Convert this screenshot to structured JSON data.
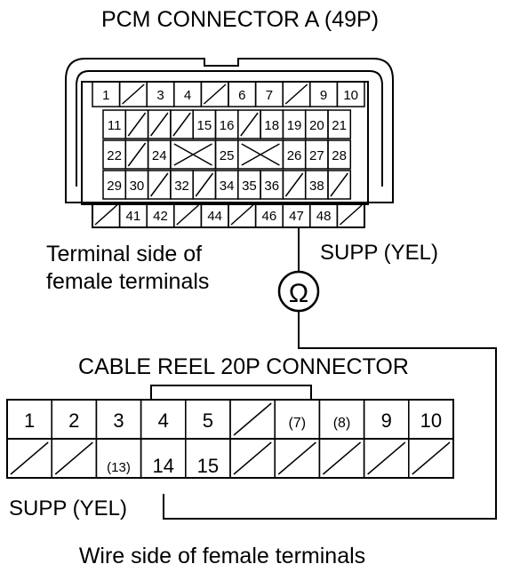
{
  "pcm": {
    "title": "PCM CONNECTOR A (49P)",
    "terminals": [
      {
        "row": 0,
        "col": 0,
        "label": "1"
      },
      {
        "row": 0,
        "col": 1,
        "label": ""
      },
      {
        "row": 0,
        "col": 2,
        "label": "3"
      },
      {
        "row": 0,
        "col": 3,
        "label": "4"
      },
      {
        "row": 0,
        "col": 4,
        "label": ""
      },
      {
        "row": 0,
        "col": 5,
        "label": "6"
      },
      {
        "row": 0,
        "col": 6,
        "label": "7"
      },
      {
        "row": 0,
        "col": 7,
        "label": ""
      },
      {
        "row": 0,
        "col": 8,
        "label": "9"
      },
      {
        "row": 0,
        "col": 9,
        "label": "10"
      },
      {
        "row": 1,
        "col": 0,
        "label": "11"
      },
      {
        "row": 1,
        "col": 1,
        "label": ""
      },
      {
        "row": 1,
        "col": 2,
        "label": ""
      },
      {
        "row": 1,
        "col": 3,
        "label": ""
      },
      {
        "row": 1,
        "col": 4,
        "label": "15"
      },
      {
        "row": 1,
        "col": 5,
        "label": "16"
      },
      {
        "row": 1,
        "col": 6,
        "label": ""
      },
      {
        "row": 1,
        "col": 7,
        "label": "18"
      },
      {
        "row": 1,
        "col": 8,
        "label": "19"
      },
      {
        "row": 1,
        "col": 9,
        "label": "20"
      },
      {
        "row": 1,
        "col": 10,
        "label": "21"
      },
      {
        "row": 2,
        "col": 0,
        "label": "22"
      },
      {
        "row": 2,
        "col": 1,
        "label": ""
      },
      {
        "row": 2,
        "col": 2,
        "label": "24"
      },
      {
        "row": 2,
        "col": 5,
        "label": "25"
      },
      {
        "row": 2,
        "col": 8,
        "label": "26"
      },
      {
        "row": 2,
        "col": 9,
        "label": "27"
      },
      {
        "row": 2,
        "col": 10,
        "label": "28"
      },
      {
        "row": 3,
        "col": 0,
        "label": "29"
      },
      {
        "row": 3,
        "col": 1,
        "label": "30"
      },
      {
        "row": 3,
        "col": 2,
        "label": ""
      },
      {
        "row": 3,
        "col": 3,
        "label": "32"
      },
      {
        "row": 3,
        "col": 4,
        "label": ""
      },
      {
        "row": 3,
        "col": 5,
        "label": "34"
      },
      {
        "row": 3,
        "col": 6,
        "label": "35"
      },
      {
        "row": 3,
        "col": 7,
        "label": "36"
      },
      {
        "row": 3,
        "col": 8,
        "label": ""
      },
      {
        "row": 3,
        "col": 9,
        "label": "38"
      },
      {
        "row": 3,
        "col": 10,
        "label": ""
      },
      {
        "row": 4,
        "col": 0,
        "label": ""
      },
      {
        "row": 4,
        "col": 1,
        "label": "41"
      },
      {
        "row": 4,
        "col": 2,
        "label": "42"
      },
      {
        "row": 4,
        "col": 3,
        "label": ""
      },
      {
        "row": 4,
        "col": 4,
        "label": "44"
      },
      {
        "row": 4,
        "col": 5,
        "label": ""
      },
      {
        "row": 4,
        "col": 6,
        "label": "46"
      },
      {
        "row": 4,
        "col": 7,
        "label": "47"
      },
      {
        "row": 4,
        "col": 8,
        "label": "48"
      },
      {
        "row": 4,
        "col": 9,
        "label": ""
      }
    ]
  },
  "terminal_side_label_1": "Terminal side of",
  "terminal_side_label_2": "female terminals",
  "supp_top_label": "SUPP (YEL)",
  "ohm_symbol": "Ω",
  "cable_reel": {
    "title": "CABLE REEL 20P CONNECTOR",
    "top_row": [
      "1",
      "2",
      "3",
      "4",
      "5",
      "",
      "(7)",
      "(8)",
      "9",
      "10"
    ],
    "bottom_row": [
      "",
      "",
      "(13)",
      "14",
      "15",
      "",
      "",
      "",
      "",
      ""
    ]
  },
  "supp_bottom_label": "SUPP (YEL)",
  "wire_side_label": "Wire side of female terminals"
}
